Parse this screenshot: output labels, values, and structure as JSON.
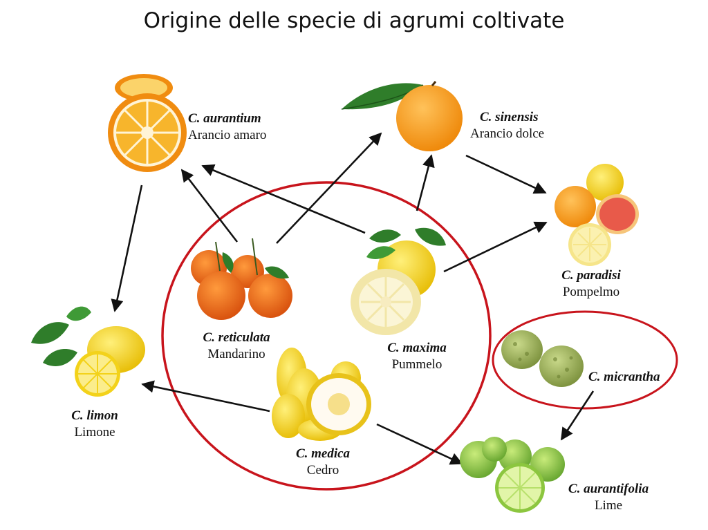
{
  "title": "Origine delle specie di agrumi coltivate",
  "colors": {
    "ring": "#c8141c",
    "arrow": "#111111",
    "orange": "#f49a1a",
    "lemon": "#f3d21a",
    "lime": "#8cc63f",
    "leaf": "#2f7d2a"
  },
  "species": {
    "aurantium": {
      "sci": "C. aurantium",
      "common": "Arancio amaro",
      "icon": "sliced-bitter-orange"
    },
    "sinensis": {
      "sci": "C. sinensis",
      "common": "Arancio dolce",
      "icon": "sweet-orange-with-leaf"
    },
    "paradisi": {
      "sci": "C. paradisi",
      "common": "Pompelmo",
      "icon": "grapefruit-group"
    },
    "reticulata": {
      "sci": "C. reticulata",
      "common": "Mandarino",
      "icon": "mandarins"
    },
    "maxima": {
      "sci": "C. maxima",
      "common": "Pummelo",
      "icon": "pummelo"
    },
    "limon": {
      "sci": "C. limon",
      "common": "Limone",
      "icon": "lemon-with-leaves"
    },
    "medica": {
      "sci": "C. medica",
      "common": "Cedro",
      "icon": "citron"
    },
    "micrantha": {
      "sci": "C. micrantha",
      "common": "",
      "icon": "micrantha-fruits"
    },
    "aurantifolia": {
      "sci": "C. aurantifolia",
      "common": "Lime",
      "icon": "limes"
    }
  }
}
